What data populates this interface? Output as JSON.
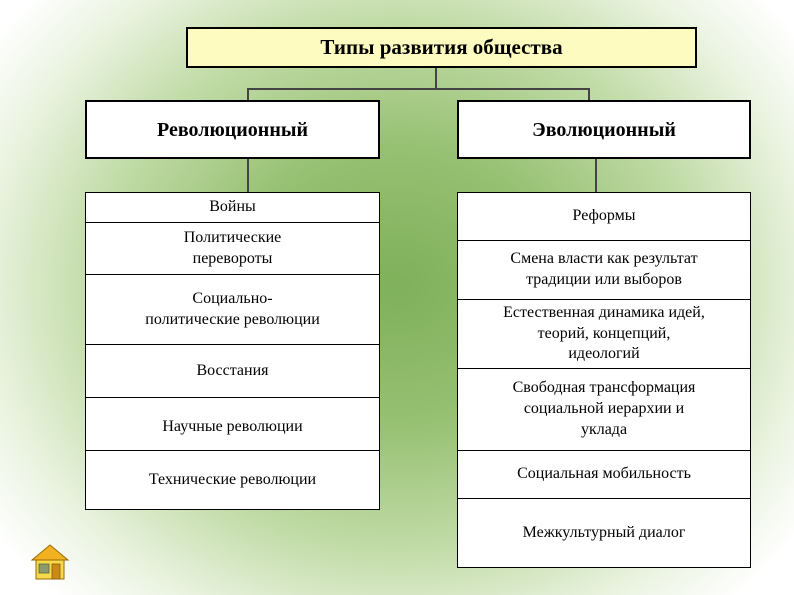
{
  "title": "Типы развития общества",
  "revolutionary": {
    "header": "Революционный",
    "items": [
      "Войны",
      "Политические\nперевороты",
      "Социально-\nполитические революции",
      "Восстания",
      "Научные революции",
      "Технические революции"
    ]
  },
  "evolutionary": {
    "header": "Эволюционный",
    "items": [
      "Реформы",
      "Смена власти как результат\nтрадиции или выборов",
      "Естественная динамика идей,\nтеорий, концепций,\nидеологий",
      "Свободная трансформация\nсоциальной иерархии и\nуклада",
      "Социальная мобильность",
      "Межкультурный диалог"
    ]
  },
  "icons": {
    "home": "home-icon"
  },
  "colors": {
    "title_fill": "#fefbc0",
    "icon_roof": "#f2b21f",
    "icon_body": "#f5d94a"
  }
}
